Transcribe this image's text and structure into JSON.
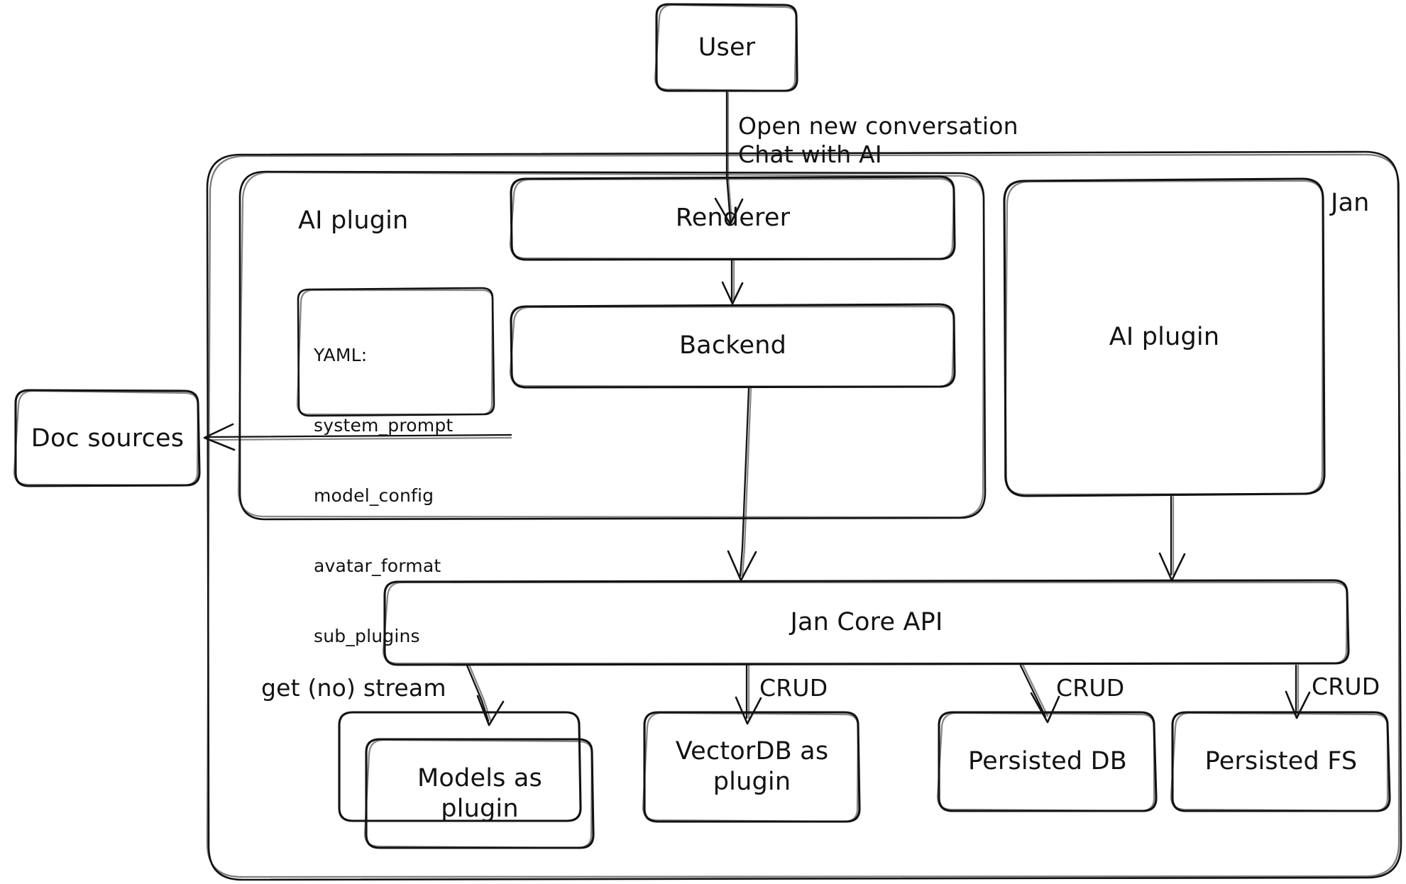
{
  "diagram": {
    "title": "Jan architecture diagram",
    "style": "hand-drawn",
    "stroke_color": "#121212",
    "background_color": "#ffffff"
  },
  "containers": {
    "jan": {
      "label": "Jan"
    },
    "ai_plugin_group": {
      "label": "AI plugin"
    }
  },
  "nodes": {
    "user": {
      "label": "User"
    },
    "renderer": {
      "label": "Renderer"
    },
    "backend": {
      "label": "Backend"
    },
    "ai_plugin": {
      "label": "AI plugin"
    },
    "doc_sources": {
      "label": "Doc sources"
    },
    "jan_core_api": {
      "label": "Jan Core API"
    },
    "models_as_plugin": {
      "label": "Models as\nplugin"
    },
    "vectordb_as_plugin": {
      "label": "VectorDB as\nplugin"
    },
    "persisted_db": {
      "label": "Persisted DB"
    },
    "persisted_fs": {
      "label": "Persisted FS"
    },
    "yaml_config": {
      "title": "YAML:",
      "items": [
        "system_prompt",
        "model_config",
        "avatar_format",
        "sub_plugins"
      ]
    }
  },
  "edges": {
    "user_to_renderer": {
      "label": "Open new conversation\nChat with AI"
    },
    "renderer_to_backend": {
      "label": ""
    },
    "backend_to_doc_sources": {
      "label": ""
    },
    "backend_to_core": {
      "label": ""
    },
    "ai_plugin_to_core": {
      "label": ""
    },
    "core_to_models": {
      "label": "get (no) stream"
    },
    "core_to_vectordb": {
      "label": "CRUD"
    },
    "core_to_persisted_db": {
      "label": "CRUD"
    },
    "core_to_persisted_fs": {
      "label": "CRUD"
    }
  }
}
